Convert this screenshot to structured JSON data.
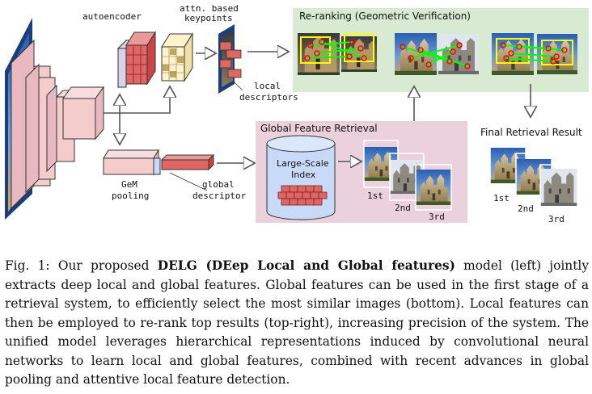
{
  "diagram": {
    "autoencoder_label": "autoencoder",
    "keypoints_label_line1": "attn. based",
    "keypoints_label_line2": "keypoints",
    "local_desc_line1": "local",
    "local_desc_line2": "descriptors",
    "gem_line1": "GeM",
    "gem_line2": "pooling",
    "global_desc_line1": "global",
    "global_desc_line2": "descriptor",
    "reranking_title": "Re-ranking (Geometric Verification)",
    "global_retrieval_title": "Global Feature Retrieval",
    "index_line1": "Large-Scale",
    "index_line2": "Index",
    "final_title": "Final Retrieval Result",
    "rank_1st": "1st",
    "rank_2nd": "2nd",
    "rank_3rd": "3rd",
    "colors": {
      "reranking_bg": "#d9ead3",
      "global_bg": "#ead1dc",
      "pink_block": "#f4cccc",
      "red_cube": "#e06666",
      "yellow_cube": "#fff2cc",
      "lilac": "#d9d2e9",
      "match_line": "#00ff00",
      "keypoint": "#ff0000",
      "box_yellow": "#ffff00",
      "index_blue": "#c9daf8"
    }
  },
  "caption": {
    "prefix": "Fig. 1: Our proposed ",
    "bold": "DELG (DEep Local and Global features)",
    "rest": " model (left) jointly extracts deep local and global features. Global features can be used in the first stage of a retrieval system, to efficiently select the most similar images (bottom). Local features can then be employed to re-rank top results (top-right), increasing precision of the system. The unified model leverages hierarchical representations induced by convolutional neural networks to learn local and global features, combined with recent advances in global pooling and attentive local feature detection."
  }
}
